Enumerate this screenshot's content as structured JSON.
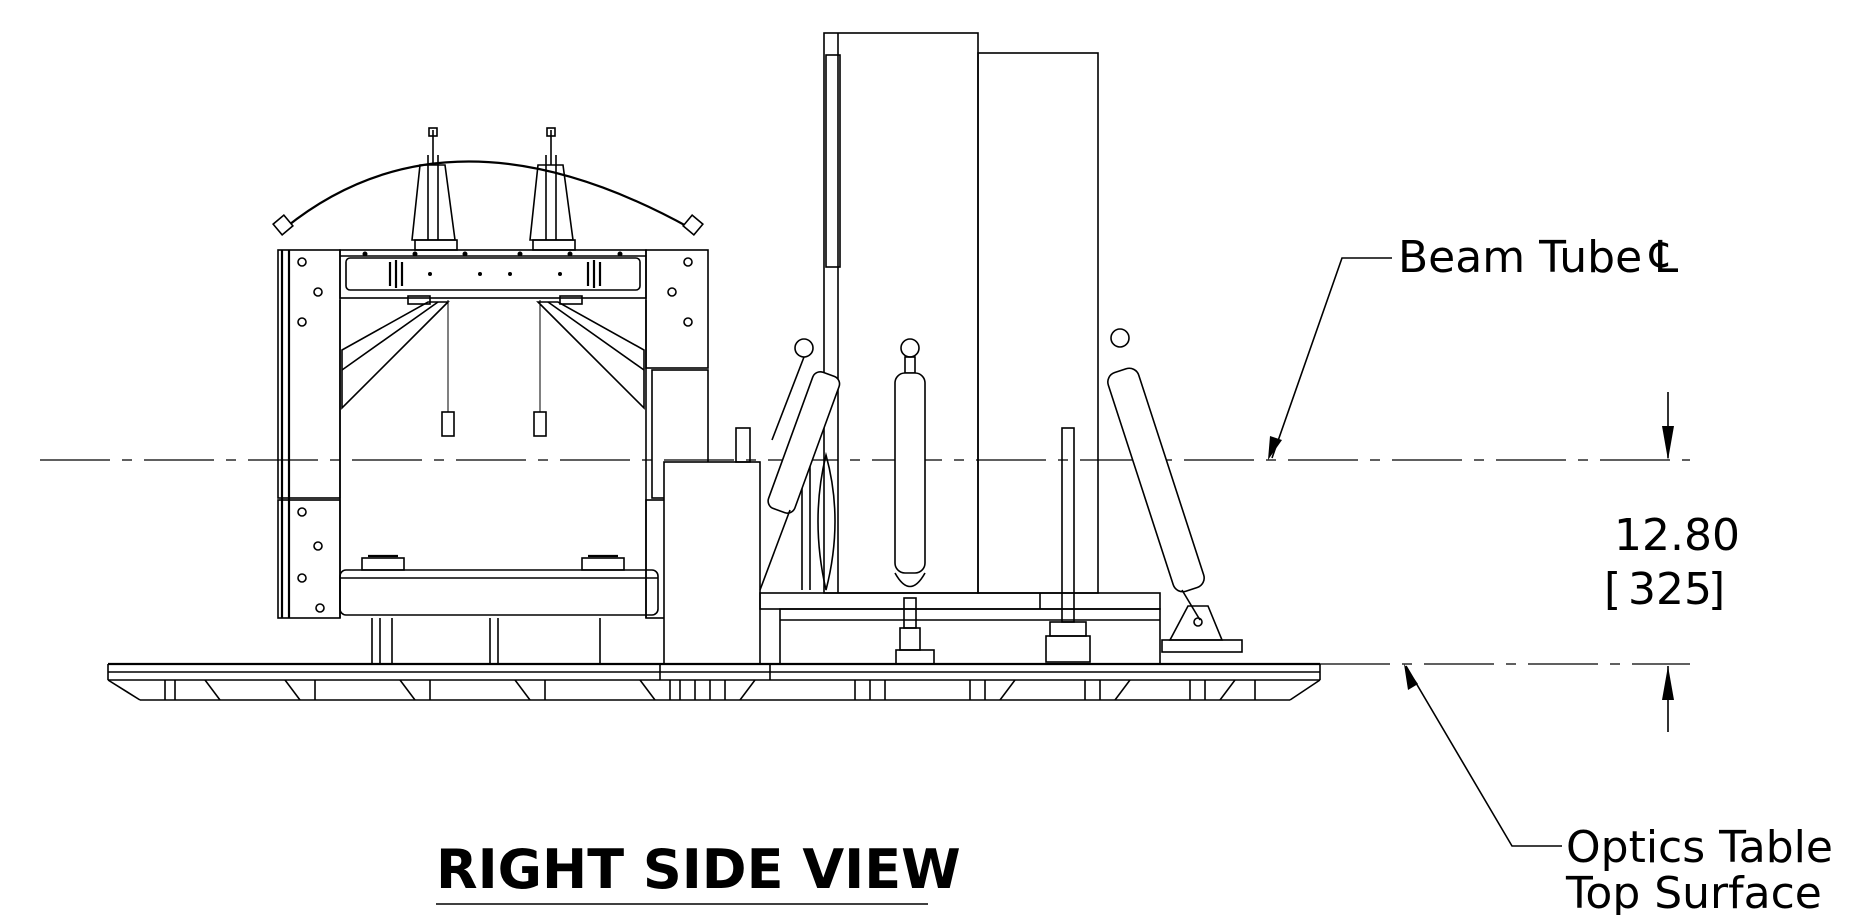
{
  "view_title": "RIGHT SIDE VIEW",
  "callouts": {
    "beam_tube": "Beam Tube",
    "centerline_symbol": "℄",
    "optics_table_line1": "Optics Table",
    "optics_table_line2": "Top Surface"
  },
  "dimension": {
    "inches": "12.80",
    "millimeters": "325",
    "bracket_open": "[",
    "bracket_close": "]"
  }
}
